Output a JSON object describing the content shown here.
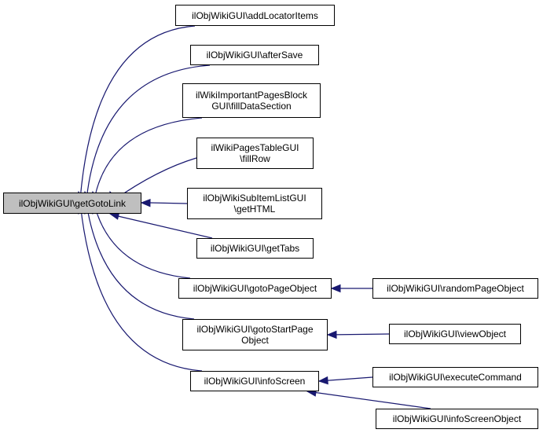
{
  "diagram": {
    "type": "call-graph",
    "edge_color": "#191970",
    "root_fill": "#bfbfbf",
    "nodes": [
      {
        "id": "root",
        "lines": [
          "ilObjWikiGUI\\getGotoLink"
        ],
        "root": true
      },
      {
        "id": "addLocatorItems",
        "lines": [
          "ilObjWikiGUI\\addLocatorItems"
        ]
      },
      {
        "id": "afterSave",
        "lines": [
          "ilObjWikiGUI\\afterSave"
        ]
      },
      {
        "id": "fillDataSection",
        "lines": [
          "ilWikiImportantPagesBlock",
          "GUI\\fillDataSection"
        ]
      },
      {
        "id": "fillRow",
        "lines": [
          "ilWikiPagesTableGUI",
          "\\fillRow"
        ]
      },
      {
        "id": "getHTML",
        "lines": [
          "ilObjWikiSubItemListGUI",
          "\\getHTML"
        ]
      },
      {
        "id": "getTabs",
        "lines": [
          "ilObjWikiGUI\\getTabs"
        ]
      },
      {
        "id": "gotoPageObject",
        "lines": [
          "ilObjWikiGUI\\gotoPageObject"
        ]
      },
      {
        "id": "gotoStartPageObject",
        "lines": [
          "ilObjWikiGUI\\gotoStartPage",
          "Object"
        ]
      },
      {
        "id": "infoScreen",
        "lines": [
          "ilObjWikiGUI\\infoScreen"
        ]
      },
      {
        "id": "randomPageObject",
        "lines": [
          "ilObjWikiGUI\\randomPageObject"
        ]
      },
      {
        "id": "viewObject",
        "lines": [
          "ilObjWikiGUI\\viewObject"
        ]
      },
      {
        "id": "executeCommand",
        "lines": [
          "ilObjWikiGUI\\executeCommand"
        ]
      },
      {
        "id": "infoScreenObject",
        "lines": [
          "ilObjWikiGUI\\infoScreenObject"
        ]
      }
    ],
    "edges": [
      {
        "from": "addLocatorItems",
        "to": "root"
      },
      {
        "from": "afterSave",
        "to": "root"
      },
      {
        "from": "fillDataSection",
        "to": "root"
      },
      {
        "from": "fillRow",
        "to": "root"
      },
      {
        "from": "getHTML",
        "to": "root"
      },
      {
        "from": "getTabs",
        "to": "root"
      },
      {
        "from": "gotoPageObject",
        "to": "root"
      },
      {
        "from": "gotoStartPageObject",
        "to": "root"
      },
      {
        "from": "infoScreen",
        "to": "root"
      },
      {
        "from": "randomPageObject",
        "to": "gotoPageObject"
      },
      {
        "from": "viewObject",
        "to": "gotoStartPageObject"
      },
      {
        "from": "executeCommand",
        "to": "infoScreen"
      },
      {
        "from": "infoScreenObject",
        "to": "infoScreen"
      }
    ]
  }
}
